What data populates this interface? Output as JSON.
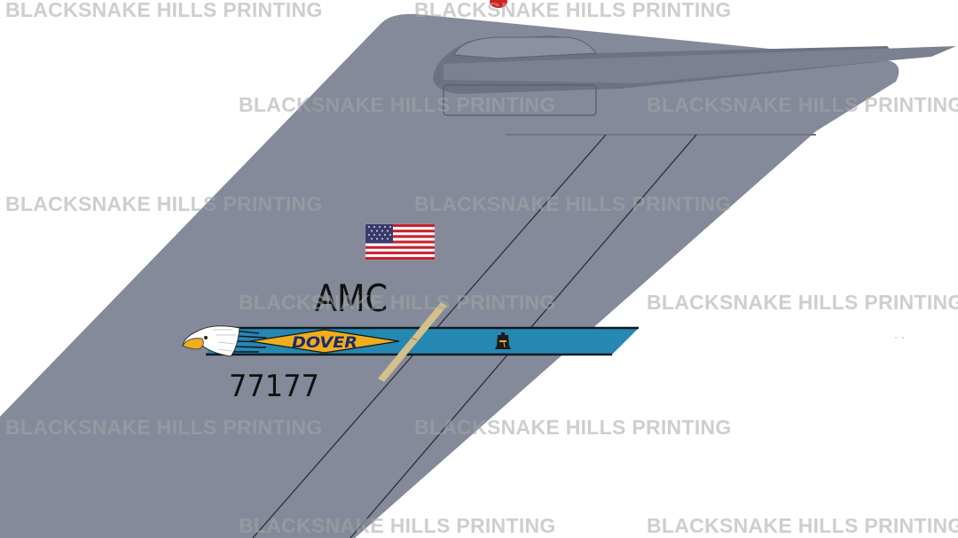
{
  "watermark": {
    "text": "BLACKSNAKE HILLS PRINTING"
  },
  "tail": {
    "command": "AMC",
    "base_name": "DOVER",
    "serial": "77177",
    "colors": {
      "fuselage_gray": "#848a99",
      "stripe_blue": "#2488b2",
      "diamond_gold": "#f0ad1c",
      "flag_red": "#c8202e",
      "flag_blue": "#3c3b6e",
      "beacon_red": "#d42020",
      "formation_light": "#d4c08a"
    },
    "icons": [
      "eagle-head-icon",
      "liberty-bell-icon",
      "us-flag-icon"
    ]
  }
}
